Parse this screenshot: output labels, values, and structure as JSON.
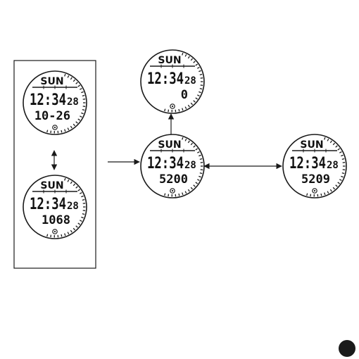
{
  "colors": {
    "ink": "#1a1a1a",
    "paper": "#ffffff"
  },
  "faces": [
    {
      "id": "panel-top",
      "day": "SUN",
      "time": "12:34",
      "seconds": "28",
      "sub": "10-26"
    },
    {
      "id": "panel-bottom",
      "day": "SUN",
      "time": "12:34",
      "seconds": "28",
      "sub": "1068"
    },
    {
      "id": "center-top",
      "day": "SUN",
      "time": "12:34",
      "seconds": "28",
      "sub": "0"
    },
    {
      "id": "center",
      "day": "SUN",
      "time": "12:34",
      "seconds": "28",
      "sub": "5200"
    },
    {
      "id": "right",
      "day": "SUN",
      "time": "12:34",
      "seconds": "28",
      "sub": "5209"
    }
  ]
}
